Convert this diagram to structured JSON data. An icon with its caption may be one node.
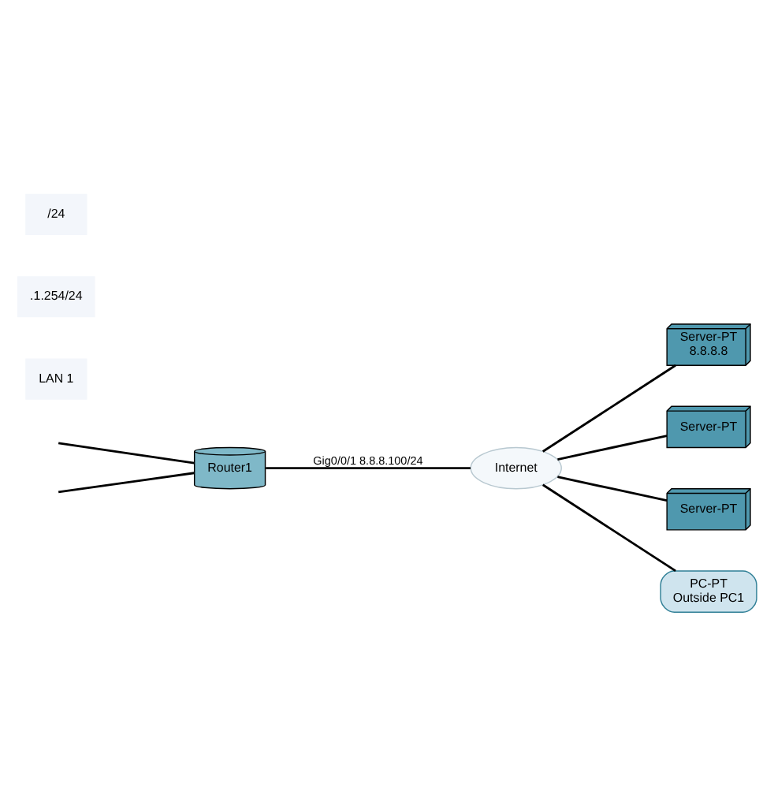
{
  "diagram": {
    "nodes": [
      {
        "text": [
          "Router1"
        ]
      },
      {
        "text": [
          "Internet"
        ]
      },
      {
        "text": [
          "Server-PT",
          "8.8.8.8"
        ]
      },
      {
        "text": [
          "Server-PT"
        ]
      },
      {
        "text": [
          "Server-PT"
        ]
      },
      {
        "text": [
          "PC-PT",
          "Outside PC1"
        ]
      }
    ],
    "edges": [
      {
        "from": null,
        "to": 0,
        "arrow": "none"
      },
      {
        "from": null,
        "to": 0,
        "arrow": "none"
      },
      {
        "from": 0,
        "to": 1,
        "arrow": "none",
        "label": "Gig0/0/1 8.8.8.100/24"
      },
      {
        "from": 1,
        "to": 2,
        "arrow": "none"
      },
      {
        "from": 1,
        "to": 3,
        "arrow": "none"
      },
      {
        "from": 1,
        "to": 4,
        "arrow": "none"
      },
      {
        "from": 1,
        "to": 5,
        "arrow": "none"
      }
    ],
    "labels": [
      "LAN 1",
      ".1.254/24",
      "/24"
    ]
  }
}
